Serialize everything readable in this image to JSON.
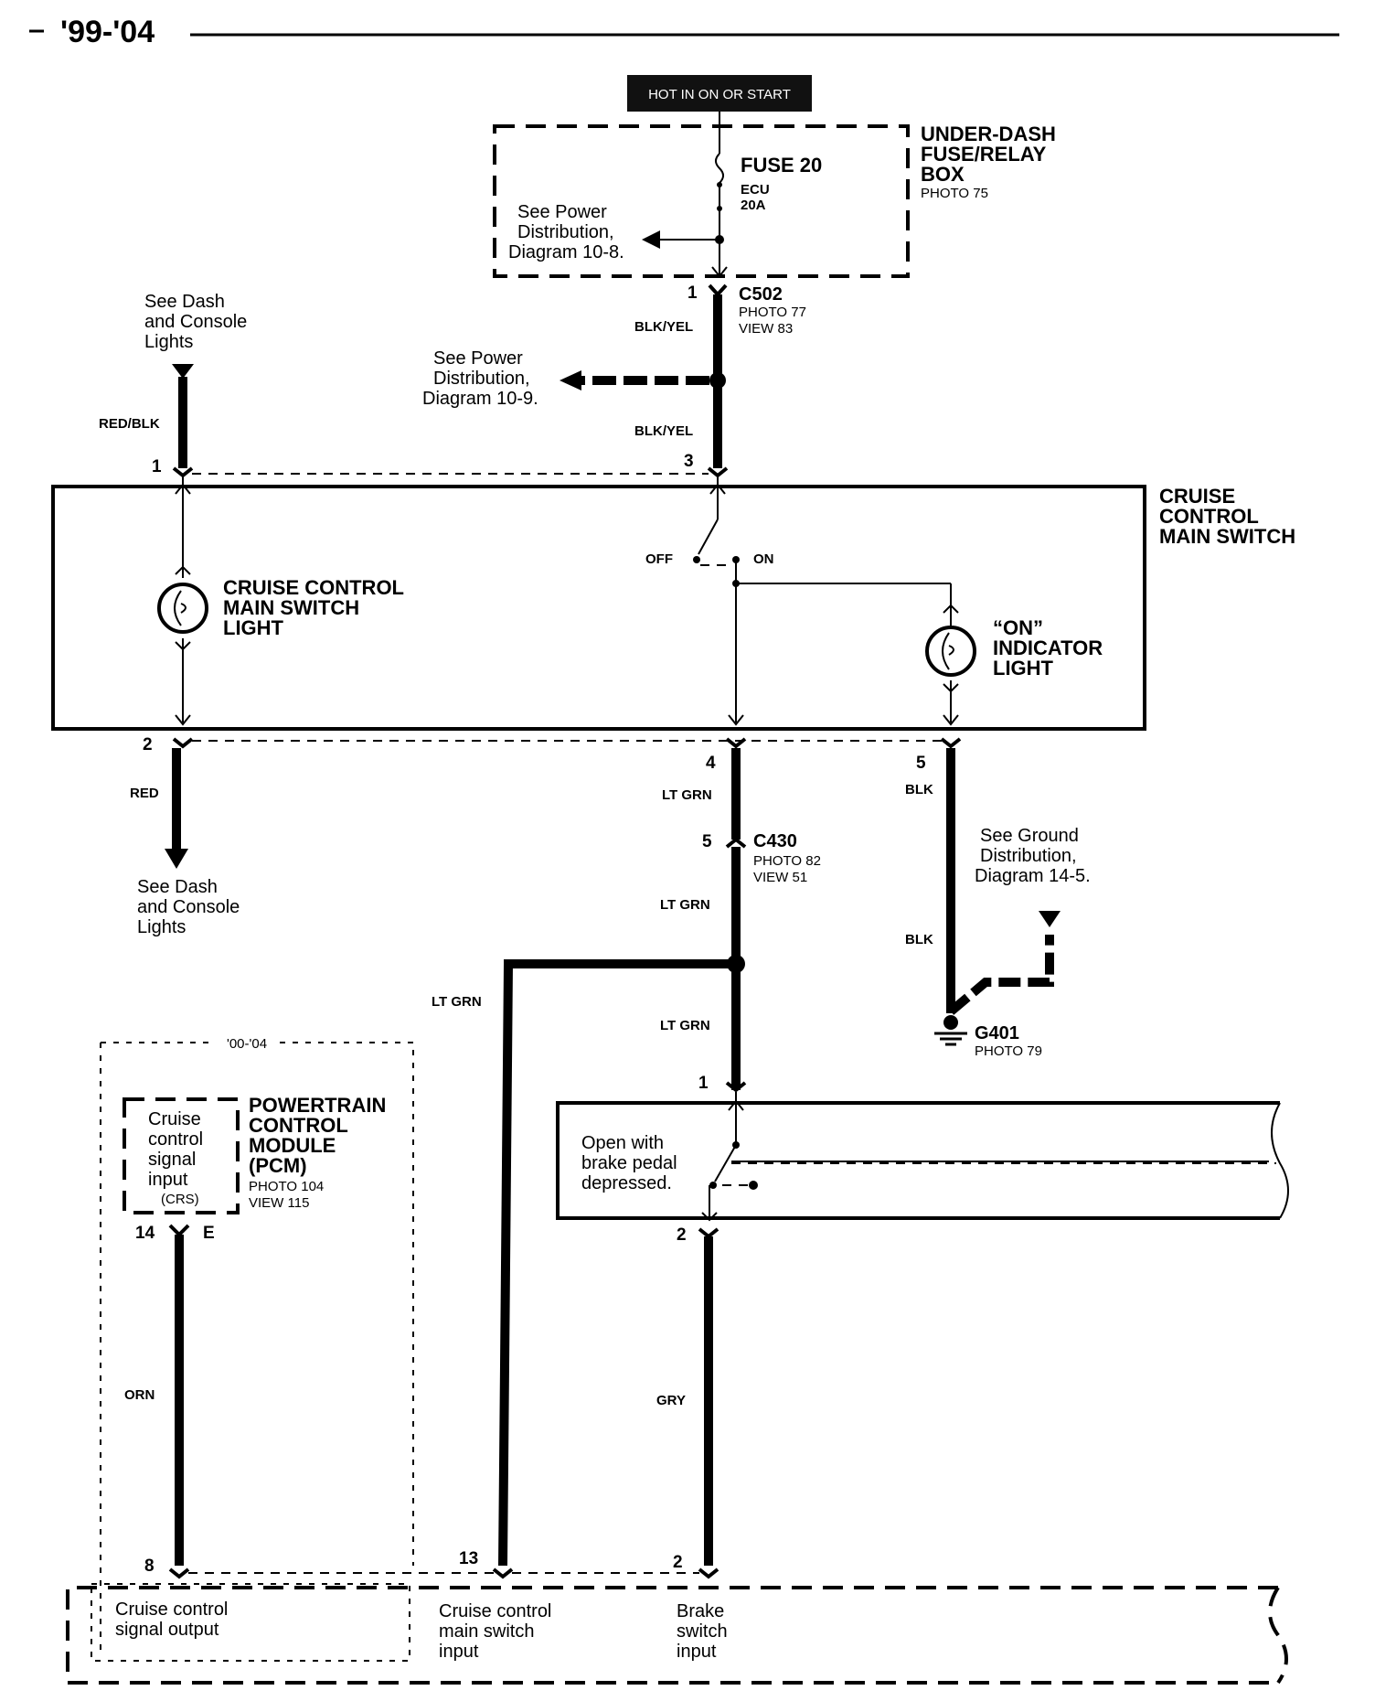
{
  "header": {
    "years": "'99-'04"
  },
  "hot_label": "HOT IN ON OR START",
  "fuse_box": {
    "title_lines": [
      "UNDER-DASH",
      "FUSE/RELAY",
      "BOX"
    ],
    "photo": "PHOTO 75",
    "fuse_name": "FUSE 20",
    "fuse_desc": "ECU",
    "fuse_rating": "20A",
    "see_power_lines": [
      "See Power",
      "Distribution,",
      "Diagram 10-8."
    ]
  },
  "c502": {
    "pin": "1",
    "name": "C502",
    "photo": "PHOTO 77",
    "view": "VIEW 83"
  },
  "see_power_2_lines": [
    "See Power",
    "Distribution,",
    "Diagram 10-9."
  ],
  "see_dash_top_lines": [
    "See Dash",
    "and Console",
    "Lights"
  ],
  "see_dash_bottom_lines": [
    "See Dash",
    "and Console",
    "Lights"
  ],
  "wires": {
    "blk_yel_1": "BLK/YEL",
    "blk_yel_2": "BLK/YEL",
    "red_blk": "RED/BLK",
    "red": "RED",
    "lt_grn_1": "LT GRN",
    "lt_grn_2": "LT GRN",
    "lt_grn_3": "LT GRN",
    "lt_grn_4": "LT GRN",
    "blk_1": "BLK",
    "blk_2": "BLK",
    "orn": "ORN",
    "gry": "GRY"
  },
  "main_switch": {
    "title_lines": [
      "CRUISE",
      "CONTROL",
      "MAIN SWITCH"
    ],
    "light_lines": [
      "CRUISE CONTROL",
      "MAIN SWITCH",
      "LIGHT"
    ],
    "on_light_lines": [
      "“ON”",
      "INDICATOR",
      "LIGHT"
    ],
    "off_label": "OFF",
    "on_label": "ON",
    "pins": {
      "p1": "1",
      "p2": "2",
      "p3": "3",
      "p4": "4",
      "p5": "5"
    }
  },
  "c430": {
    "pin": "5",
    "name": "C430",
    "photo": "PHOTO 82",
    "view": "VIEW 51"
  },
  "ground": {
    "see_lines": [
      "See Ground",
      "Distribution,",
      "Diagram 14-5."
    ],
    "name": "G401",
    "photo": "PHOTO 79"
  },
  "brake_switch": {
    "pin_top": "1",
    "pin_bottom": "2",
    "text_lines": [
      "Open with",
      "brake pedal",
      "depressed."
    ]
  },
  "pcm": {
    "years": "'00-'04",
    "title_lines": [
      "POWERTRAIN",
      "CONTROL",
      "MODULE",
      "(PCM)"
    ],
    "photo": "PHOTO 104",
    "view": "VIEW 115",
    "signal_lines": [
      "Cruise",
      "control",
      "signal",
      "input"
    ],
    "signal_code": "(CRS)",
    "pin": "14",
    "pin_letter": "E"
  },
  "bottom_module": {
    "pins": {
      "p8": "8",
      "p13": "13",
      "p2": "2"
    },
    "signal_output_lines": [
      "Cruise control",
      "signal output"
    ],
    "main_switch_input_lines": [
      "Cruise control",
      "main switch",
      "input"
    ],
    "brake_input_lines": [
      "Brake",
      "switch",
      "input"
    ]
  }
}
